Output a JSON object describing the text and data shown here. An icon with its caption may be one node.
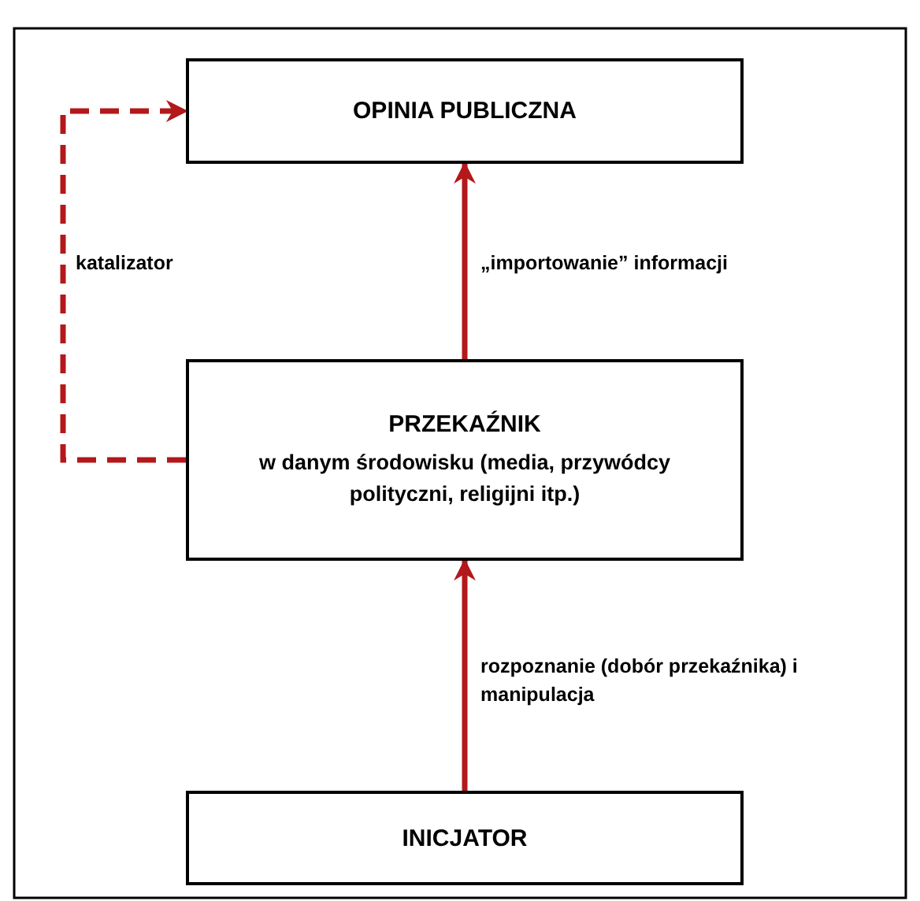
{
  "diagram": {
    "nodes": [
      {
        "text": [
          "OPINIA PUBLICZNA"
        ]
      },
      {
        "text": [
          "PRZEKAŹNIK",
          "w danym środowisku (media, przywódcy polityczni, religijni itp.)"
        ]
      },
      {
        "text": [
          "INICJATOR"
        ]
      }
    ],
    "edges": [
      {
        "from": 1,
        "to": 0,
        "arrow": "to",
        "label": "„importowanie” informacji"
      },
      {
        "from": 2,
        "to": 1,
        "arrow": "to",
        "label": "rozpoznanie (dobór przekaźnika) i manipulacja"
      },
      {
        "from": 1,
        "to": 0,
        "arrow": "to",
        "label": "katalizator",
        "style": "dashed"
      }
    ]
  }
}
